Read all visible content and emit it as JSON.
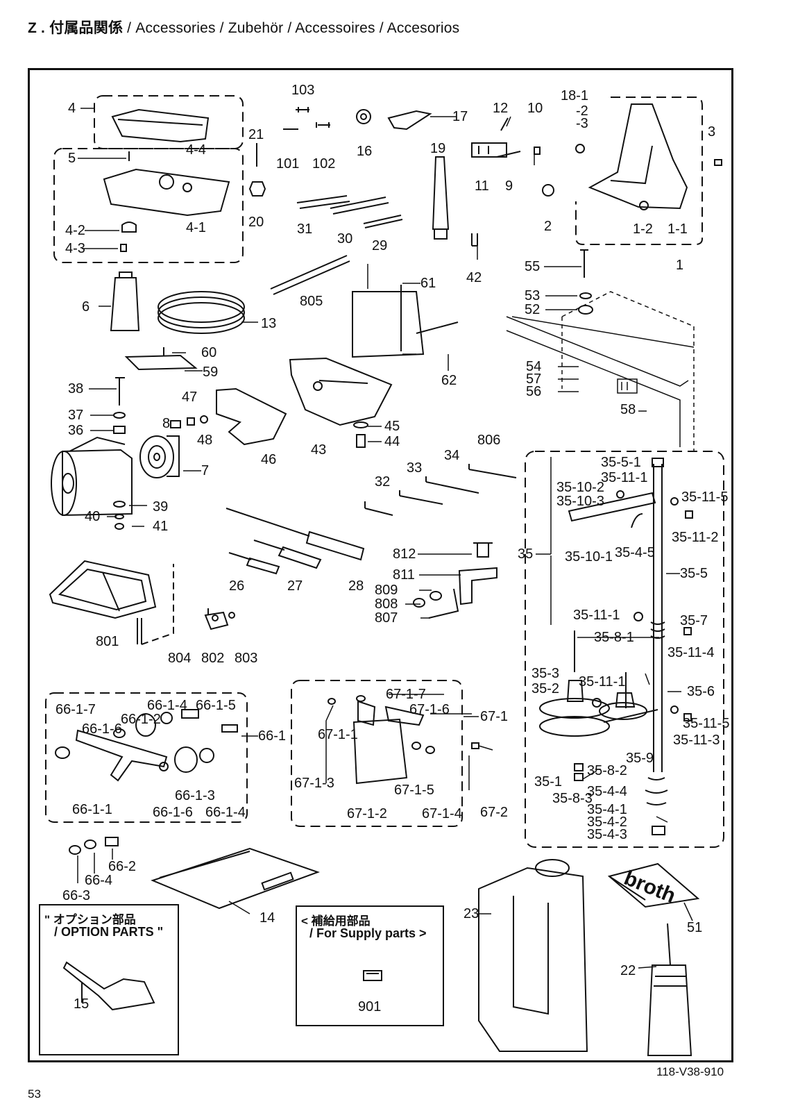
{
  "header": {
    "prefix": "Z . ",
    "jp": "付属品関係",
    "rest": " / Accessories / Zubehör / Accessoires / Accesorios"
  },
  "doc_code": "118-V38-910",
  "page_number": "53",
  "option_box": {
    "title": "\" オプション部品",
    "subtitle": "/ OPTION PARTS \""
  },
  "supply_box": {
    "title": "< 補給用部品",
    "subtitle": "/ For Supply parts >"
  },
  "brand_on_cloth": "broth",
  "labels": {
    "l103": "103",
    "l101": "101",
    "l102": "102",
    "l16": "16",
    "l17": "17",
    "l12": "12",
    "l10": "10",
    "l11": "11",
    "l9": "9",
    "l19": "19",
    "l18_1": "18-1",
    "l18_2": "-2",
    "l18_3": "-3",
    "l3": "3",
    "l2": "2",
    "l1_2": "1-2",
    "l1_1": "1-1",
    "l1": "1",
    "l4": "4",
    "l4_4": "4-4",
    "l5": "5",
    "l21": "21",
    "l4_1": "4-1",
    "l4_2": "4-2",
    "l4_3": "4-3",
    "l20": "20",
    "l31": "31",
    "l30": "30",
    "l29": "29",
    "l42": "42",
    "l55": "55",
    "l6": "6",
    "l13": "13",
    "l805": "805",
    "l61": "61",
    "l53": "53",
    "l52": "52",
    "l60": "60",
    "l59": "59",
    "l62": "62",
    "l54": "54",
    "l57": "57",
    "l56": "56",
    "l58": "58",
    "l38": "38",
    "l47": "47",
    "l37": "37",
    "l8": "8",
    "l48": "48",
    "l36": "36",
    "l45": "45",
    "l44": "44",
    "l46": "46",
    "l43": "43",
    "l7": "7",
    "l39": "39",
    "l40": "40",
    "l41": "41",
    "l806": "806",
    "l34": "34",
    "l33": "33",
    "l32": "32",
    "l35_5_1": "35-5-1",
    "l35_11_1a": "35-11-1",
    "l35_10_2": "35-10-2",
    "l35_10_3": "35-10-3",
    "l35_11_5a": "35-11-5",
    "l35_11_2": "35-11-2",
    "l35": "35",
    "l35_10_1": "35-10-1",
    "l35_4_5": "35-4-5",
    "l35_5": "35-5",
    "l812": "812",
    "l811": "811",
    "l809": "809",
    "l808": "808",
    "l807": "807",
    "l26": "26",
    "l27": "27",
    "l28": "28",
    "l801": "801",
    "l804": "804",
    "l802": "802",
    "l803": "803",
    "l35_11_1b": "35-11-1",
    "l35_7": "35-7",
    "l35_8_1": "35-8-1",
    "l35_11_4": "35-11-4",
    "l35_3": "35-3",
    "l35_11_1c": "35-11-1",
    "l35_2": "35-2",
    "l35_6": "35-6",
    "l35_11_5b": "35-11-5",
    "l35_11_3": "35-11-3",
    "l35_1": "35-1",
    "l35_9": "35-9",
    "l35_8_2": "35-8-2",
    "l35_8_3": "35-8-3",
    "l35_4_4": "35-4-4",
    "l35_4_1": "35-4-1",
    "l35_4_2": "35-4-2",
    "l35_4_3": "35-4-3",
    "l66_1_7": "66-1-7",
    "l66_1_4a": "66-1-4",
    "l66_1_5": "66-1-5",
    "l66_1_6a": "66-1-6",
    "l66_1_2": "66-1-2",
    "l66_1": "66-1",
    "l66_1_3": "66-1-3",
    "l66_1_1": "66-1-1",
    "l66_1_6b": "66-1-6",
    "l66_1_4b": "66-1-4",
    "l67_1_7": "67-1-7",
    "l67_1_6": "67-1-6",
    "l67_1": "67-1",
    "l67_1_1": "67-1-1",
    "l67_1_3": "67-1-3",
    "l67_1_5": "67-1-5",
    "l67_1_2": "67-1-2",
    "l67_1_4": "67-1-4",
    "l67_2": "67-2",
    "l66_2": "66-2",
    "l66_4": "66-4",
    "l66_3": "66-3",
    "l14": "14",
    "l23": "23",
    "l51": "51",
    "l22": "22",
    "l15": "15",
    "l901": "901"
  }
}
